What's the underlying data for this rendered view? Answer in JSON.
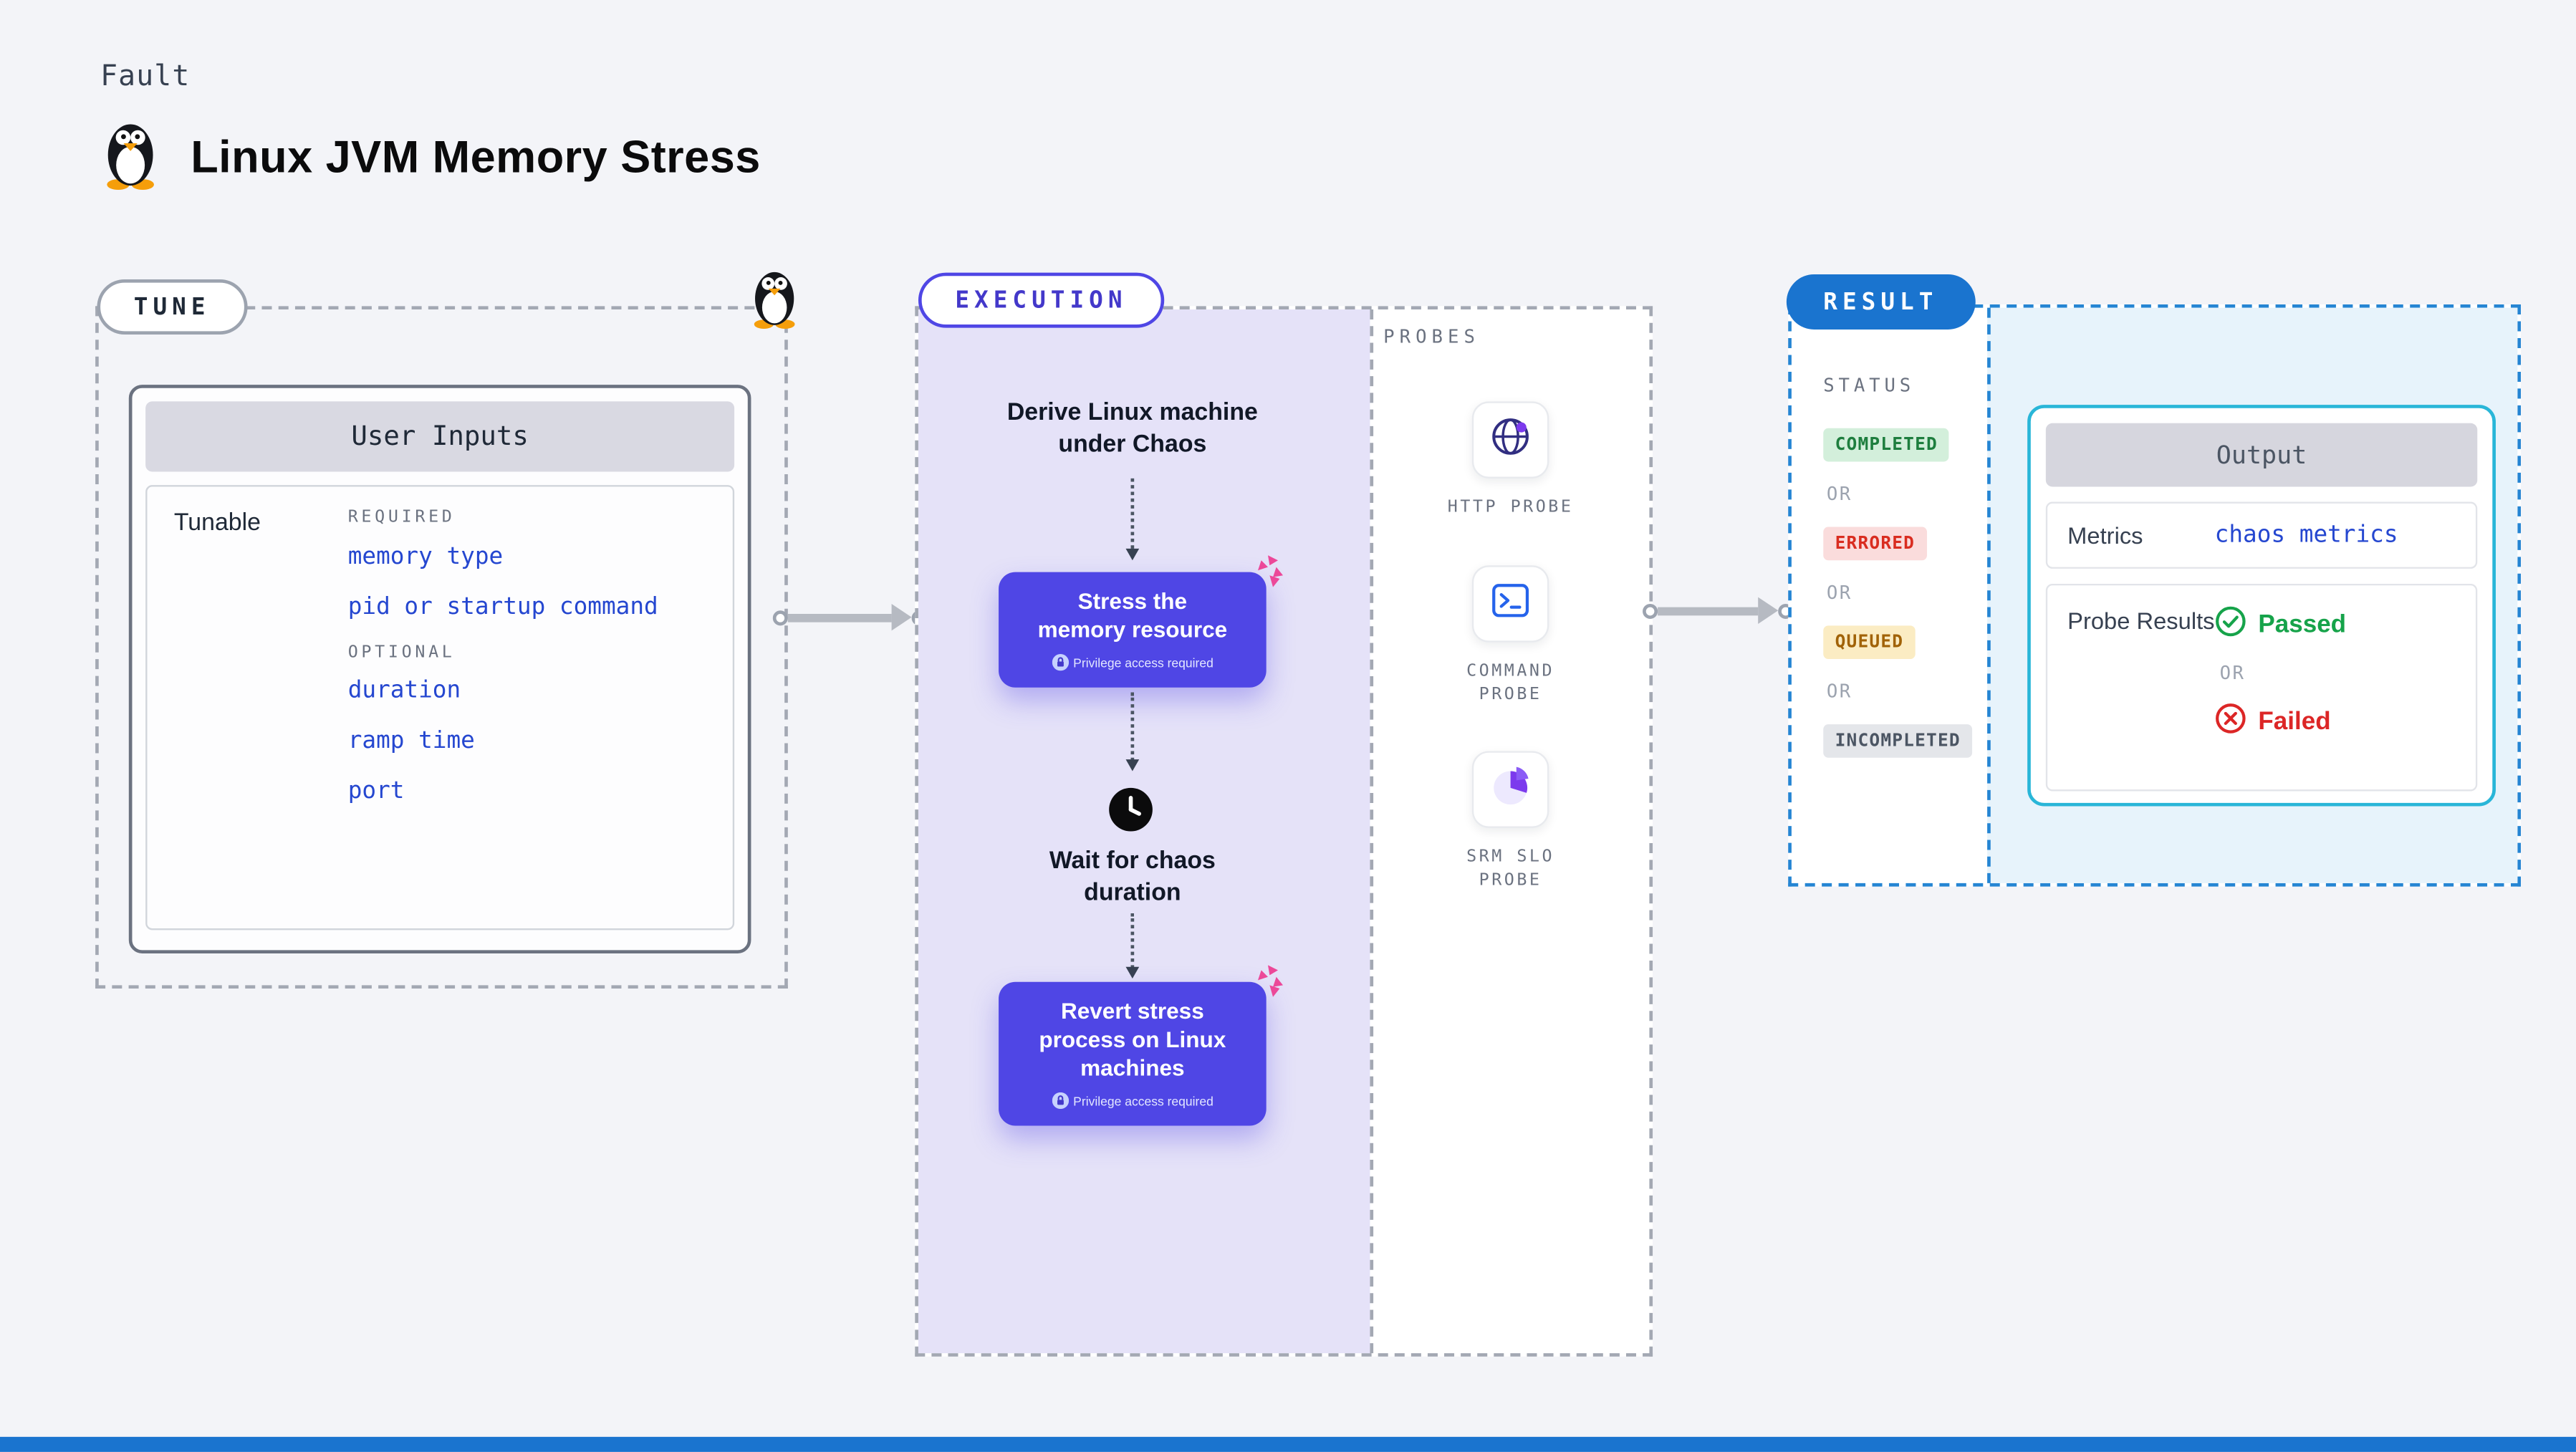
{
  "page": {
    "kicker": "Fault",
    "title": "Linux JVM Memory Stress"
  },
  "colors": {
    "accent_indigo": "#4f46e5",
    "accent_blue": "#1a74cf",
    "execution_bg": "#e5e2f8",
    "result_bg": "#e7f3fb",
    "output_border": "#29b6d8",
    "link_blue": "#2547d0",
    "chaos_pink": "#ec4899",
    "passed_green": "#16a34a",
    "failed_red": "#dc2626"
  },
  "icons": {
    "fault": "linux-penguin-icon",
    "privilege": "lock-icon",
    "step_decoration": "chaos-spark-icon",
    "wait": "clock-icon",
    "http_probe": "globe-icon",
    "command_probe": "terminal-icon",
    "srm_slo_probe": "pie-chart-icon",
    "passed": "check-circle-icon",
    "failed": "x-circle-icon"
  },
  "tune": {
    "label": "TUNE",
    "card": {
      "header": "User Inputs",
      "row_label": "Tunable",
      "required_label": "REQUIRED",
      "required_items": [
        "memory type",
        "pid or startup command"
      ],
      "optional_label": "OPTIONAL",
      "optional_items": [
        "duration",
        "ramp time",
        "port"
      ]
    }
  },
  "execution": {
    "label": "EXECUTION",
    "steps": {
      "derive": "Derive Linux machine under Chaos",
      "stress": "Stress the memory resource",
      "wait": "Wait for chaos duration",
      "revert": "Revert stress process on Linux machines",
      "privilege_badge": "Privilege access required"
    }
  },
  "probes": {
    "label": "PROBES",
    "items": [
      {
        "name": "HTTP PROBE",
        "icon": "globe-icon"
      },
      {
        "name": "COMMAND PROBE",
        "icon": "terminal-icon"
      },
      {
        "name": "SRM SLO PROBE",
        "icon": "pie-chart-icon"
      }
    ]
  },
  "result": {
    "label": "RESULT",
    "status_label": "STATUS",
    "or_label": "OR",
    "statuses": [
      {
        "text": "COMPLETED",
        "bg": "#d3efdb",
        "color": "#1e7e3e"
      },
      {
        "text": "ERRORED",
        "bg": "#fadcdc",
        "color": "#d92d20"
      },
      {
        "text": "QUEUED",
        "bg": "#fbecc3",
        "color": "#a16207"
      },
      {
        "text": "INCOMPLETED",
        "bg": "#e4e6ea",
        "color": "#4b5563"
      }
    ],
    "output": {
      "header": "Output",
      "metrics_label": "Metrics",
      "metrics_value": "chaos metrics",
      "probe_results_label": "Probe Results",
      "passed": "Passed",
      "failed": "Failed"
    }
  }
}
